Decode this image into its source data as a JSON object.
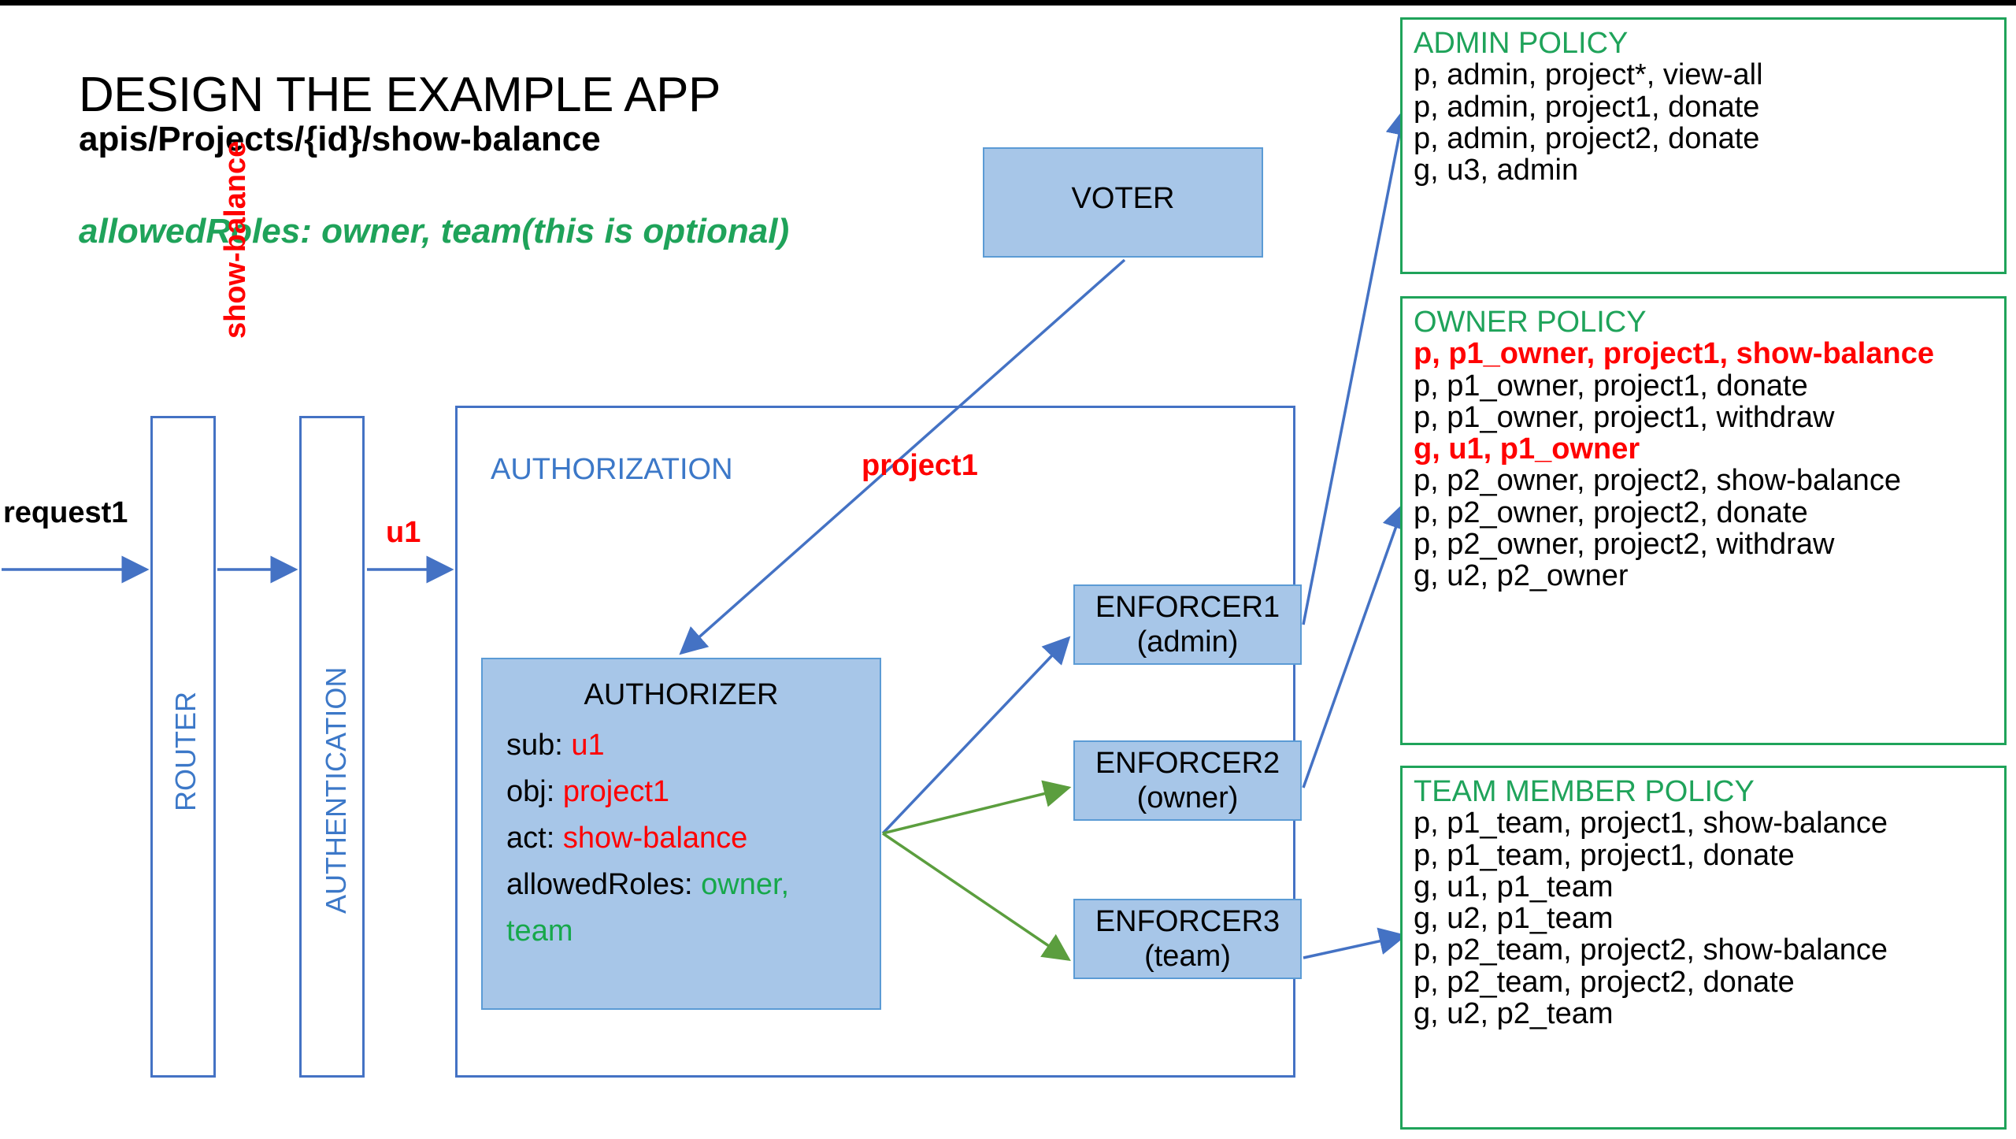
{
  "title": {
    "main": "DESIGN THE EXAMPLE APP",
    "endpoint": "apis/Projects/{id}/show-balance",
    "allowed_roles": "allowedRoles: owner, team(this is optional)"
  },
  "flow": {
    "request_label": "request1",
    "show_balance_label": "show-balance",
    "u1_label": "u1",
    "project1_label": "project1"
  },
  "stages": {
    "router": "ROUTER",
    "authentication": "AUTHENTICATION",
    "authorization": "AUTHORIZATION"
  },
  "voter": {
    "label": "VOTER"
  },
  "authorizer": {
    "title": "AUTHORIZER",
    "sub_key": "sub: ",
    "sub_value": "u1",
    "obj_key": "obj: ",
    "obj_value": "project1",
    "act_key": "act: ",
    "act_value": "show-balance",
    "roles_key": "allowedRoles: ",
    "roles_value": "owner,",
    "roles_value2": "team"
  },
  "enforcers": [
    {
      "name": "ENFORCER1",
      "role": "(admin)"
    },
    {
      "name": "ENFORCER2",
      "role": "(owner)"
    },
    {
      "name": "ENFORCER3",
      "role": "(team)"
    }
  ],
  "policies": [
    {
      "title": "ADMIN POLICY",
      "lines": [
        {
          "text": "p, admin, project*, view-all",
          "highlight": false
        },
        {
          "text": "p, admin, project1, donate",
          "highlight": false
        },
        {
          "text": "p, admin, project2, donate",
          "highlight": false
        },
        {
          "text": "g, u3, admin",
          "highlight": false
        }
      ]
    },
    {
      "title": "OWNER POLICY",
      "lines": [
        {
          "text": "p, p1_owner, project1, show-balance",
          "highlight": true
        },
        {
          "text": "p, p1_owner, project1, donate",
          "highlight": false
        },
        {
          "text": "p, p1_owner, project1, withdraw",
          "highlight": false
        },
        {
          "text": "g, u1, p1_owner",
          "highlight": true
        },
        {
          "text": "p, p2_owner, project2, show-balance",
          "highlight": false
        },
        {
          "text": "p, p2_owner, project2, donate",
          "highlight": false
        },
        {
          "text": "p, p2_owner, project2, withdraw",
          "highlight": false
        },
        {
          "text": "g, u2, p2_owner",
          "highlight": false
        }
      ]
    },
    {
      "title": "TEAM MEMBER POLICY",
      "lines": [
        {
          "text": "p, p1_team, project1, show-balance",
          "highlight": false
        },
        {
          "text": "p, p1_team, project1, donate",
          "highlight": false
        },
        {
          "text": "g, u1, p1_team",
          "highlight": false
        },
        {
          "text": "g, u2, p1_team",
          "highlight": false
        },
        {
          "text": "p, p2_team, project2, show-balance",
          "highlight": false
        },
        {
          "text": "p, p2_team, project2, donate",
          "highlight": false
        },
        {
          "text": "g, u2, p2_team",
          "highlight": false
        }
      ]
    }
  ],
  "colors": {
    "accent_blue": "#4472C4",
    "node_fill": "#A7C6E8",
    "policy_green": "#1FA35A",
    "highlight_red": "#FF0000",
    "stage_label_blue": "#3C78C8",
    "arrow_green": "#5B9E3E"
  }
}
